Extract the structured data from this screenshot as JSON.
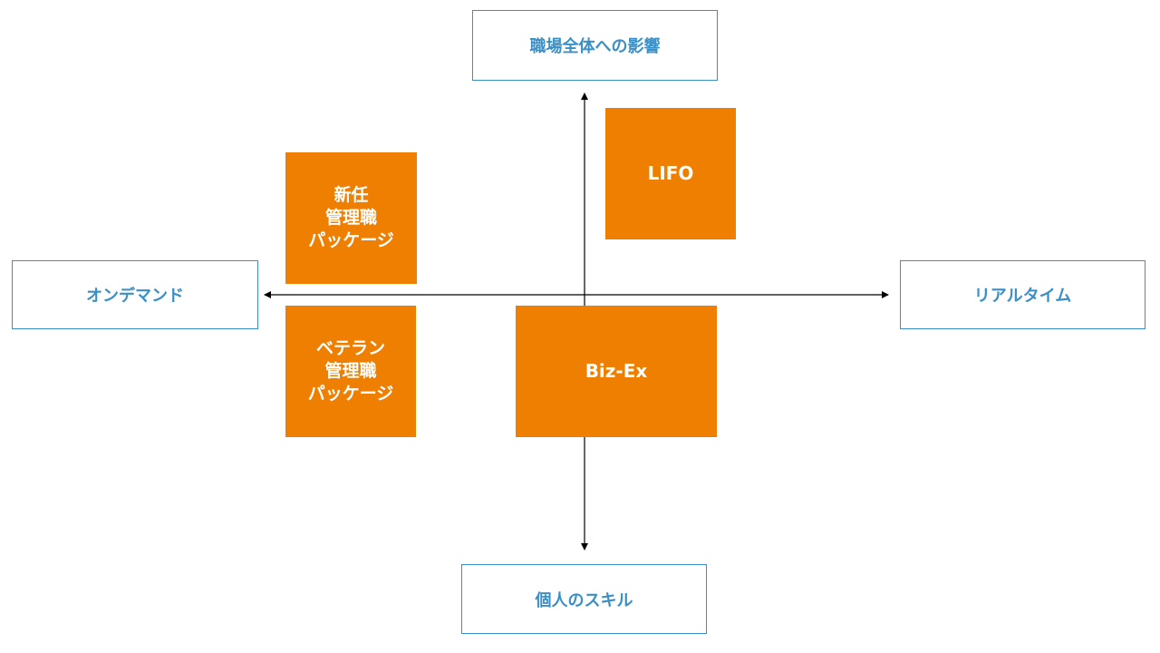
{
  "axes": {
    "top_label": "職場全体への影響",
    "bottom_label": "個人のスキル",
    "left_label": "オンデマンド",
    "right_label": "リアルタイム"
  },
  "items": {
    "lifo": "LIFO",
    "new_manager_package": "新任\n管理職\nパッケージ",
    "veteran_manager_package": "ベテラン\n管理職\nパッケージ",
    "biz_ex": "Biz-Ex"
  },
  "colors": {
    "axis_label": "#3a8fc6",
    "item_fill": "#ee7f00",
    "item_text": "#ffffff",
    "axis_line": "#000000"
  }
}
